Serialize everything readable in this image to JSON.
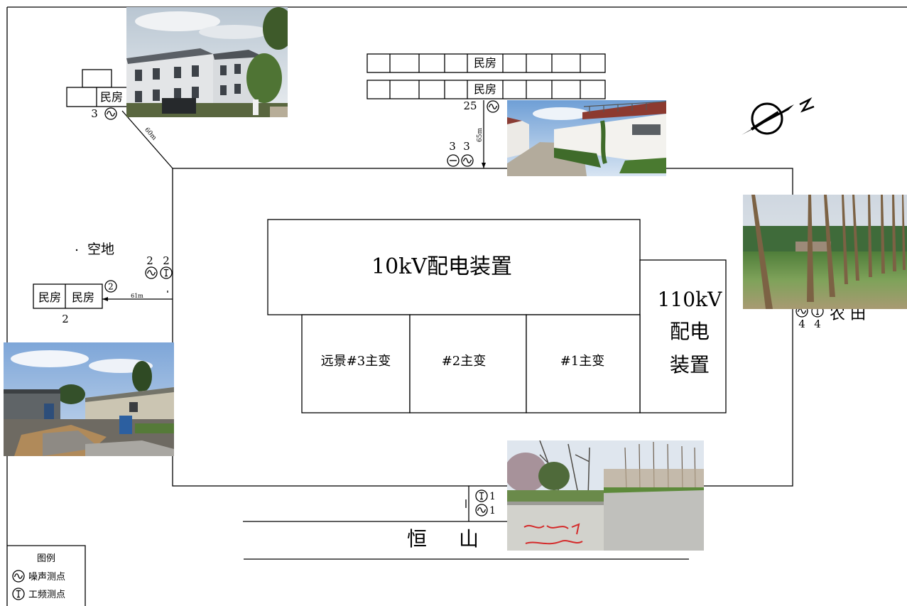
{
  "equipment": {
    "dist_10kv": "10kV配电装置",
    "dist_110kv_lines": [
      "110kV",
      "配电",
      "装置"
    ],
    "transformer_3": "远景#3主变",
    "transformer_2": "#2主变",
    "transformer_1": "#1主变"
  },
  "north": {
    "row1_label": "民房",
    "row2_label": "民房",
    "point_25_value": "25",
    "point_3a_value": "3",
    "point_3b_value": "3",
    "distance": "65m"
  },
  "northwest": {
    "house_label": "民房",
    "point_value": "3",
    "distance": "60m"
  },
  "west": {
    "open_ground": "空地",
    "point_2a_value": "2",
    "point_2b_value": "2",
    "house_a": "民房",
    "house_b": "民房",
    "circle_marker": "2",
    "distance": "61m",
    "house_number": "2"
  },
  "east": {
    "point_4a_value": "4",
    "point_4b_value": "4",
    "farmland": "农 田"
  },
  "south": {
    "freq_value": "1",
    "noise_value": "1",
    "road_char_1": "恒",
    "road_char_2": "山"
  },
  "legend": {
    "title": "图例",
    "noise_label": "噪声测点",
    "freq_label": "工频测点"
  }
}
